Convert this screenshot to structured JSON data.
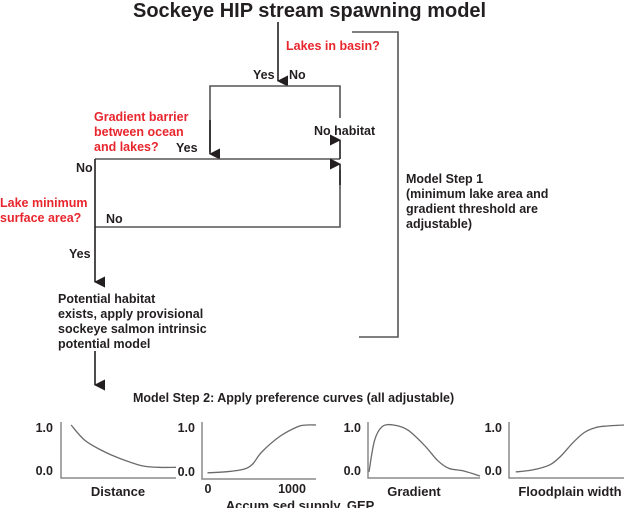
{
  "title": "Sockeye HIP stream spawning model",
  "colors": {
    "question": "#e8262d",
    "text": "#231f20",
    "line": "#555555",
    "curve": "#666666"
  },
  "flowchart": {
    "q1": {
      "text": "Lakes in basin?",
      "yes": "Yes",
      "no": "No"
    },
    "q2": {
      "lines": [
        "Gradient barrier",
        "between ocean",
        "and lakes?"
      ],
      "yes": "Yes",
      "no": "No"
    },
    "q3": {
      "lines": [
        "Lake minimum",
        "surface area?"
      ],
      "yes": "Yes",
      "no": "No"
    },
    "no_habitat": "No habitat",
    "potential_habitat": {
      "lines": [
        "Potential habitat",
        "exists, apply provisional",
        "sockeye salmon intrinsic",
        "potential model"
      ]
    },
    "step1": {
      "lines": [
        "Model Step 1",
        "(minimum lake area and",
        "gradient threshold are",
        "adjustable)"
      ]
    },
    "step2": "Model Step 2: Apply preference curves (all adjustable)"
  },
  "chart_data": [
    {
      "type": "line",
      "title": "",
      "xlabel": "Distance",
      "ylabel": "",
      "yticks": [
        "1.0",
        "0.0"
      ],
      "xticks": [],
      "ylim": [
        0,
        1
      ],
      "xlim": [
        0,
        1
      ],
      "x": [
        0.08,
        0.2,
        0.35,
        0.5,
        0.7,
        0.85,
        1.0
      ],
      "values": [
        1.0,
        0.7,
        0.5,
        0.35,
        0.2,
        0.17,
        0.17
      ]
    },
    {
      "type": "line",
      "title": "",
      "xlabel": "Accum sed supply, GEP",
      "ylabel": "",
      "yticks": [
        "1.0",
        "0.0"
      ],
      "xticks": [
        "0",
        "1000"
      ],
      "ylim": [
        0,
        1
      ],
      "xlim": [
        -50,
        1200
      ],
      "x": [
        0,
        200,
        400,
        500,
        600,
        800,
        1000,
        1100,
        1200
      ],
      "values": [
        0.08,
        0.1,
        0.15,
        0.25,
        0.48,
        0.78,
        0.97,
        1.0,
        1.0
      ]
    },
    {
      "type": "line",
      "title": "",
      "xlabel": "Gradient",
      "ylabel": "",
      "yticks": [
        "1.0",
        "0.0"
      ],
      "xticks": [],
      "ylim": [
        0,
        1
      ],
      "xlim": [
        0,
        1
      ],
      "x": [
        0.0,
        0.05,
        0.12,
        0.22,
        0.35,
        0.5,
        0.62,
        0.72,
        0.85,
        1.0
      ],
      "values": [
        0.08,
        0.7,
        0.97,
        1.0,
        0.9,
        0.6,
        0.3,
        0.15,
        0.1,
        0.0
      ]
    },
    {
      "type": "line",
      "title": "",
      "xlabel": "Floodplain width",
      "ylabel": "",
      "yticks": [
        "1.0",
        "0.0"
      ],
      "xticks": [],
      "ylim": [
        0,
        1
      ],
      "xlim": [
        0,
        1
      ],
      "x": [
        0.05,
        0.2,
        0.35,
        0.45,
        0.55,
        0.65,
        0.75,
        0.85,
        1.0
      ],
      "values": [
        0.08,
        0.12,
        0.22,
        0.4,
        0.65,
        0.85,
        0.95,
        0.98,
        1.0
      ]
    }
  ]
}
